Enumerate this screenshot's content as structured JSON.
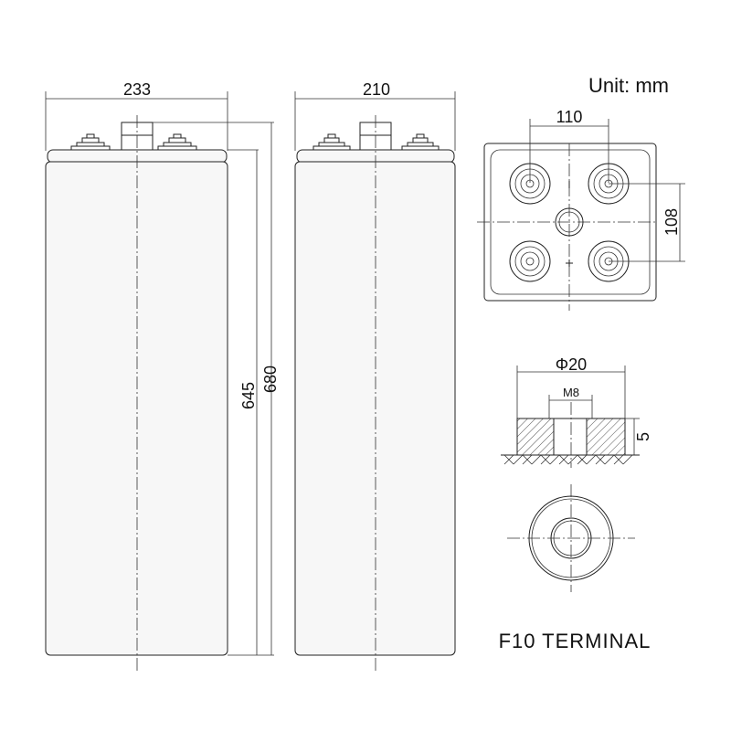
{
  "unit_label": "Unit: mm",
  "front_view": {
    "width": "233",
    "height_inner": "645",
    "height_total": "680"
  },
  "side_view": {
    "width": "210"
  },
  "top_view": {
    "pitch_x": "110",
    "pitch_y": "108"
  },
  "terminal": {
    "diameter": "Φ20",
    "thread": "M8",
    "height": "5",
    "title": "F10 TERMINAL"
  }
}
